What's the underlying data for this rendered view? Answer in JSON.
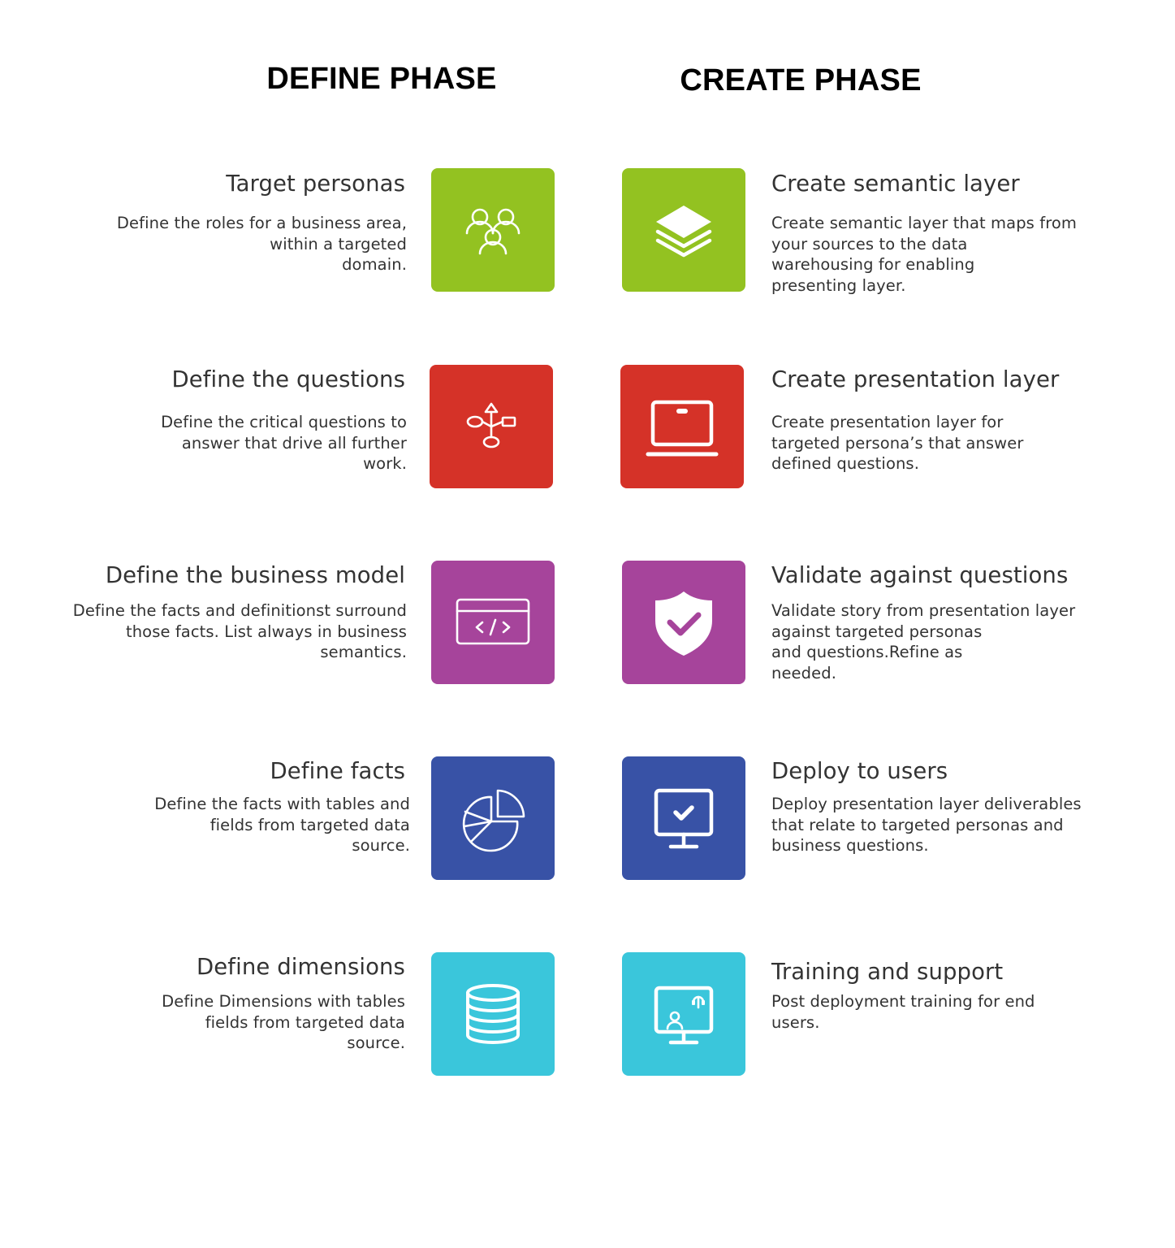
{
  "phases": {
    "define": "DEFINE PHASE",
    "create": "CREATE PHASE"
  },
  "colors": {
    "green": "#93c221",
    "red": "#d53228",
    "purple": "#a6449b",
    "blue": "#3852a6",
    "cyan": "#3ac6db"
  },
  "define_steps": [
    {
      "title": "Target  personas",
      "lines": [
        "Define the roles for a business area,",
        "within a targeted ",
        "domain."
      ],
      "icon": "users-icon",
      "color": "#93c221"
    },
    {
      "title": "Define the questions",
      "lines": [
        "Define the critical questions to",
        "answer that drive all further ",
        "work."
      ],
      "icon": "flowchart-icon",
      "color": "#d53228"
    },
    {
      "title": "Define the business model",
      "lines": [
        "Define the facts and definitionst surround ",
        "those facts. List always in business ",
        "semantics."
      ],
      "icon": "code-window-icon",
      "color": "#a6449b"
    },
    {
      "title": "Define facts",
      "lines": [
        "Define the facts with tables and",
        "fields from targeted data",
        "source. "
      ],
      "icon": "pie-chart-icon",
      "color": "#3852a6"
    },
    {
      "title": "Define dimensions",
      "lines": [
        "Define Dimensions with tables",
        "fields from targeted data ",
        "source."
      ],
      "icon": "database-icon",
      "color": "#3ac6db"
    }
  ],
  "create_steps": [
    {
      "title": "Create semantic layer",
      "lines": [
        "Create semantic layer that maps from",
        "your sources to the data",
        "warehousing for enabling",
        "presenting layer."
      ],
      "icon": "layers-icon",
      "color": "#93c221"
    },
    {
      "title": "Create presentation layer",
      "lines": [
        "Create presentation layer for",
        "targeted persona’s that answer",
        "defined questions."
      ],
      "icon": "laptop-icon",
      "color": "#d53228"
    },
    {
      "title": "Validate against questions",
      "lines": [
        "Validate story from presentation layer",
        "against targeted personas",
        "and questions.Refine as",
        "needed."
      ],
      "icon": "shield-check-icon",
      "color": "#a6449b"
    },
    {
      "title": "Deploy to users",
      "lines": [
        "Deploy presentation layer deliverables",
        "that relate to targeted personas and",
        "business questions."
      ],
      "icon": "monitor-check-icon",
      "color": "#3852a6"
    },
    {
      "title": "Training and support",
      "lines": [
        "Post deployment training for end",
        "users."
      ],
      "icon": "monitor-support-icon",
      "color": "#3ac6db"
    }
  ]
}
